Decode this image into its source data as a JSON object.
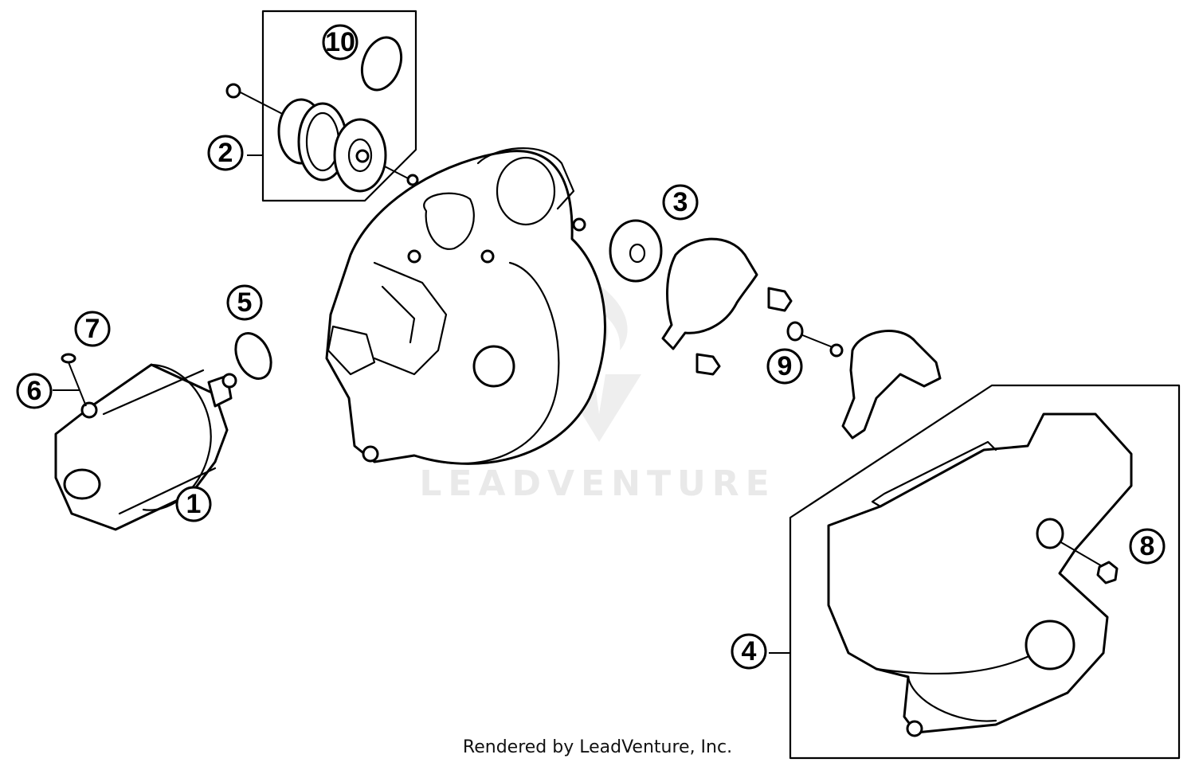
{
  "watermark": {
    "text": "LEADVENTURE"
  },
  "footer": {
    "credit": "Rendered by LeadVenture, Inc."
  },
  "callouts": [
    {
      "id": "1",
      "label": "1"
    },
    {
      "id": "2",
      "label": "2"
    },
    {
      "id": "3",
      "label": "3"
    },
    {
      "id": "4",
      "label": "4"
    },
    {
      "id": "5",
      "label": "5"
    },
    {
      "id": "6",
      "label": "6"
    },
    {
      "id": "7",
      "label": "7"
    },
    {
      "id": "8",
      "label": "8"
    },
    {
      "id": "9",
      "label": "9"
    },
    {
      "id": "10",
      "label": "10"
    }
  ]
}
